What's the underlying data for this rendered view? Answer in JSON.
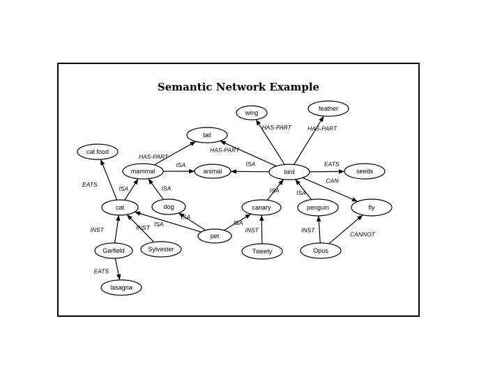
{
  "diagram": {
    "title": "Semantic Network Example",
    "nodes": [
      {
        "id": "wing",
        "label": "wing"
      },
      {
        "id": "feather",
        "label": "feather"
      },
      {
        "id": "tail",
        "label": "tail"
      },
      {
        "id": "cat_food",
        "label": "cat food"
      },
      {
        "id": "mammal",
        "label": "mammal"
      },
      {
        "id": "animal",
        "label": "animal"
      },
      {
        "id": "bird",
        "label": "bird"
      },
      {
        "id": "seeds",
        "label": "seeds"
      },
      {
        "id": "cat",
        "label": "cat"
      },
      {
        "id": "dog",
        "label": "dog"
      },
      {
        "id": "canary",
        "label": "canary"
      },
      {
        "id": "penguin",
        "label": "penguin"
      },
      {
        "id": "fly",
        "label": "fly"
      },
      {
        "id": "pet",
        "label": "pet"
      },
      {
        "id": "garfield",
        "label": "Garfield"
      },
      {
        "id": "sylvester",
        "label": "Sylvester"
      },
      {
        "id": "tweety",
        "label": "Tweety"
      },
      {
        "id": "opus",
        "label": "Opus"
      },
      {
        "id": "lasagna",
        "label": "lasagna"
      }
    ],
    "edges": [
      {
        "from": "mammal",
        "to": "tail",
        "label": "HAS-PART"
      },
      {
        "from": "bird",
        "to": "tail",
        "label": "HAS-PART"
      },
      {
        "from": "bird",
        "to": "wing",
        "label": "HAS-PART"
      },
      {
        "from": "bird",
        "to": "feather",
        "label": "HAS-PART"
      },
      {
        "from": "mammal",
        "to": "animal",
        "label": "ISA"
      },
      {
        "from": "bird",
        "to": "animal",
        "label": "ISA"
      },
      {
        "from": "bird",
        "to": "seeds",
        "label": "EATS"
      },
      {
        "from": "bird",
        "to": "fly",
        "label": "CAN"
      },
      {
        "from": "cat",
        "to": "cat_food",
        "label": "EATS"
      },
      {
        "from": "cat",
        "to": "mammal",
        "label": "ISA"
      },
      {
        "from": "dog",
        "to": "mammal",
        "label": "ISA"
      },
      {
        "from": "canary",
        "to": "bird",
        "label": "ISA"
      },
      {
        "from": "penguin",
        "to": "bird",
        "label": "ISA"
      },
      {
        "from": "pet",
        "to": "cat",
        "label": "ISA"
      },
      {
        "from": "pet",
        "to": "dog",
        "label": "ISA"
      },
      {
        "from": "pet",
        "to": "canary",
        "label": "ISA"
      },
      {
        "from": "garfield",
        "to": "cat",
        "label": "INST"
      },
      {
        "from": "sylvester",
        "to": "cat",
        "label": "INST"
      },
      {
        "from": "tweety",
        "to": "canary",
        "label": "INST"
      },
      {
        "from": "opus",
        "to": "penguin",
        "label": "INST"
      },
      {
        "from": "opus",
        "to": "fly",
        "label": "CANNOT"
      },
      {
        "from": "garfield",
        "to": "lasagna",
        "label": "EATS"
      }
    ]
  }
}
